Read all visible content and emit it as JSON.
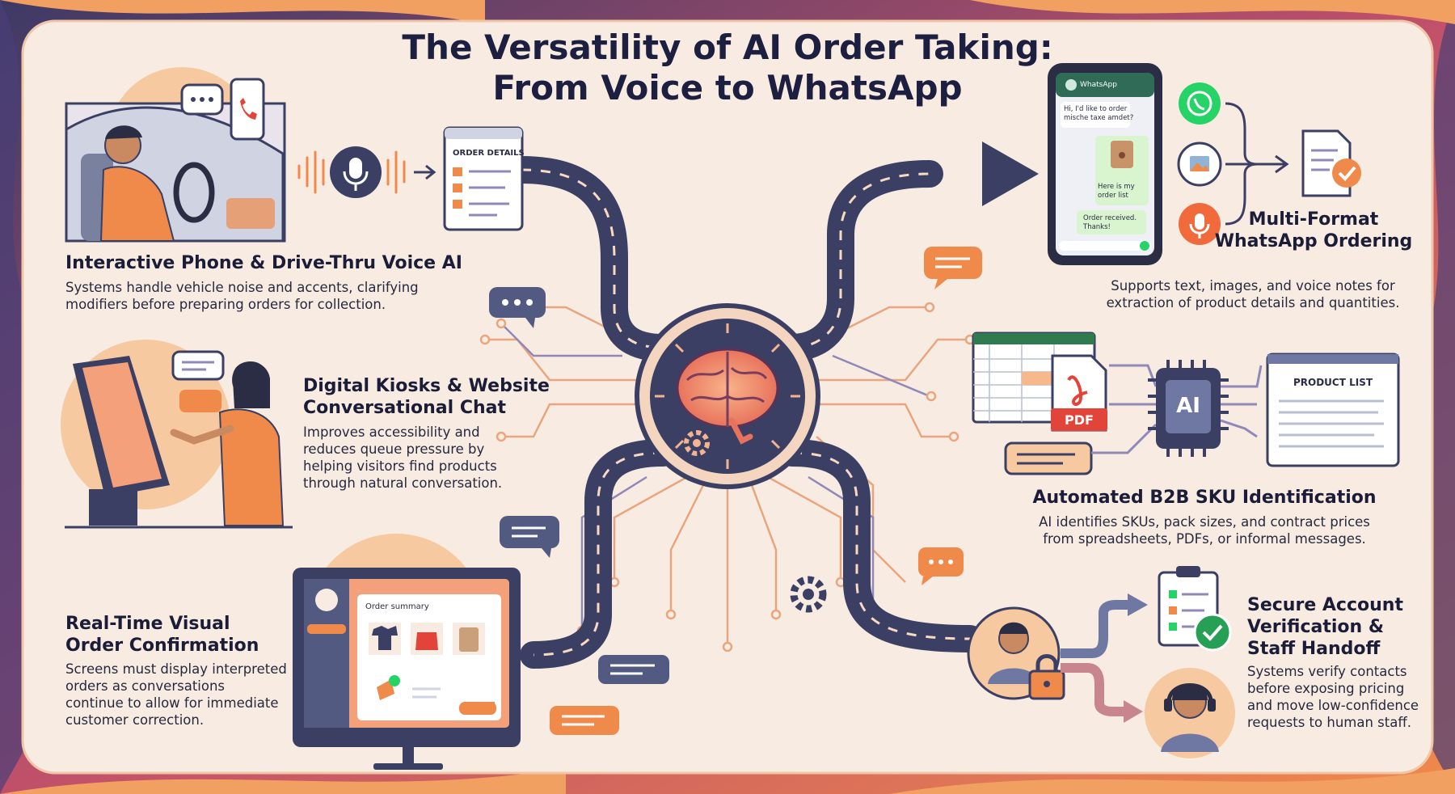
{
  "title": {
    "line1": "The Versatility of AI Order Taking:",
    "line2": "From Voice to WhatsApp"
  },
  "sections": {
    "voice": {
      "heading": "Interactive Phone & Drive-Thru Voice AI",
      "body_line1": "Systems handle vehicle noise and accents, clarifying",
      "body_line2": "modifiers before preparing orders for collection."
    },
    "kiosk": {
      "heading_line1": "Digital Kiosks & Website",
      "heading_line2": "Conversational Chat",
      "body_line1": "Improves accessibility and",
      "body_line2": "reduces queue pressure by",
      "body_line3": "helping visitors find products",
      "body_line4": "through natural conversation."
    },
    "visual": {
      "heading_line1": "Real-Time Visual",
      "heading_line2": "Order Confirmation",
      "body_line1": "Screens must display interpreted",
      "body_line2": "orders as conversations",
      "body_line3": "continue to allow for immediate",
      "body_line4": "customer correction."
    },
    "whatsapp": {
      "heading_line1": "Multi-Format",
      "heading_line2": "WhatsApp Ordering",
      "body_line1": "Supports text, images, and voice notes for",
      "body_line2": "extraction of product details and quantities."
    },
    "b2b": {
      "heading": "Automated B2B SKU Identification",
      "body_line1": "AI identifies SKUs, pack sizes, and contract prices",
      "body_line2": "from spreadsheets, PDFs, or informal messages."
    },
    "secure": {
      "heading_line1": "Secure Account",
      "heading_line2": "Verification &",
      "heading_line3": "Staff Handoff",
      "body_line1": "Systems verify contacts",
      "body_line2": "before exposing pricing",
      "body_line3": "and move low-confidence",
      "body_line4": "requests to human staff."
    }
  },
  "illustration_labels": {
    "order_details": "ORDER DETAILS",
    "order_summary": "Order summary",
    "product_list": "PRODUCT LIST",
    "pdf": "PDF",
    "ai_chip": "AI",
    "whatsapp_header": "WhatsApp",
    "chat_msg1_line1": "Hi, I'd like to order",
    "chat_msg1_line2": "mische taxe amdet?",
    "chat_msg2_line1": "Here is my",
    "chat_msg2_line2": "order list",
    "chat_msg3_line1": "Order received.",
    "chat_msg3_line2": "Thanks!"
  },
  "icons": [
    "speech-bubble-icon",
    "phone-icon",
    "microphone-icon",
    "brain-icon",
    "gear-icon",
    "whatsapp-icon",
    "image-icon",
    "document-check-icon",
    "spreadsheet-icon",
    "pdf-icon",
    "ai-chip-icon",
    "padlock-icon",
    "checklist-icon",
    "headset-icon"
  ],
  "colors": {
    "background": "#f6e9de",
    "navy": "#3a3f63",
    "orange": "#f08a4b",
    "peach": "#f7b98c",
    "green": "#25d366",
    "pdf_red": "#e2443a"
  }
}
